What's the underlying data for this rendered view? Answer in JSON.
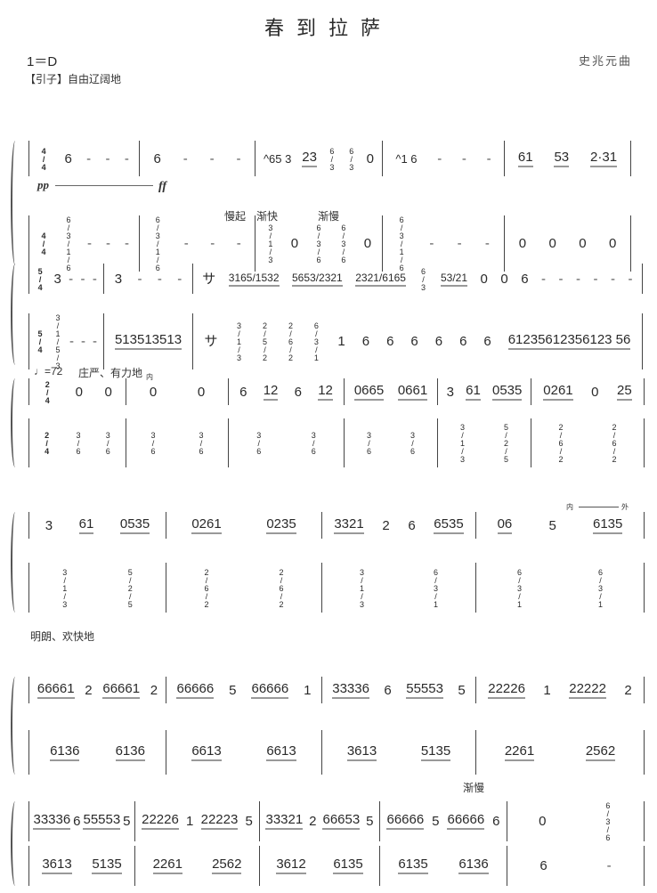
{
  "header": {
    "title": "春到拉萨",
    "key": "1＝D",
    "composer": "史兆元曲"
  },
  "annotations": {
    "intro": "【引子】自由辽阔地",
    "pp": "pp",
    "ff": "ff",
    "slow_start": "慢起",
    "accel": "渐快",
    "rit1": "渐慢",
    "tempo": "♩=72",
    "solemn": "庄严、有力地",
    "nei1": "内",
    "nei2": "内",
    "wai": "外",
    "bright": "明朗、欢快地",
    "rit2": "渐慢"
  },
  "systems": [
    {
      "time": "4/4",
      "upper": [
        [
          "6",
          "-",
          "-",
          "-"
        ],
        [
          "6",
          "-",
          "-",
          "-"
        ],
        [
          "^65 3",
          "23",
          "6/3",
          "6/3",
          "0"
        ],
        [
          "^1 6",
          "-",
          "-",
          "-"
        ],
        [
          "61",
          "53",
          "2·31"
        ]
      ],
      "lower": [
        [
          "6/3/1/6",
          "-",
          "-",
          "-"
        ],
        [
          "6/3/1/6",
          "-",
          "-",
          "-"
        ],
        [
          "3/1/3",
          "0",
          "6/3/6",
          "6/3/6",
          "0"
        ],
        [
          "6/3/1/6",
          "-",
          "-",
          "-"
        ],
        [
          "0",
          "0",
          "0",
          "0"
        ]
      ]
    },
    {
      "time": "5/4",
      "upper": [
        [
          "3",
          "-",
          "-",
          "-"
        ],
        [
          "3",
          "-",
          "-",
          "-"
        ],
        [
          "サ",
          "3165/1532",
          "5653/2321",
          "2321/6165",
          "6/3",
          "53/21",
          "0",
          "0",
          "6",
          "-",
          "-",
          "-",
          "-",
          "-",
          "-"
        ]
      ],
      "lower": [
        [
          "3/1/5/3",
          "-",
          "-",
          "-"
        ],
        [
          "513513513"
        ],
        [
          "サ",
          "3/1/3",
          "2/5/2",
          "2/6/2",
          "6/3/1",
          "1",
          "6",
          "6",
          "6",
          "6",
          "6",
          "6",
          "61235612356123 56"
        ]
      ]
    },
    {
      "time": "2/4",
      "upper": [
        [
          "0",
          "0"
        ],
        [
          "0",
          "0"
        ],
        [
          "6",
          "12",
          "6",
          "12"
        ],
        [
          "0665",
          "0661"
        ],
        [
          "3",
          "61",
          "0535"
        ],
        [
          "0261",
          "0",
          "25"
        ]
      ],
      "lower": [
        [
          "3/6",
          "3/6"
        ],
        [
          "3/6",
          "3/6"
        ],
        [
          "3/6",
          "3/6"
        ],
        [
          "3/6",
          "3/6"
        ],
        [
          "3/1/3",
          "5/2/5"
        ],
        [
          "2/6/2",
          "2/6/2"
        ]
      ]
    },
    {
      "time": "",
      "upper": [
        [
          "3",
          "61",
          "0535"
        ],
        [
          "0261",
          "0235"
        ],
        [
          "3321",
          "2",
          "6",
          "6535"
        ],
        [
          "06",
          "5",
          "6135"
        ]
      ],
      "lower": [
        [
          "3/1/3",
          "5/2/5"
        ],
        [
          "2/6/2",
          "2/6/2"
        ],
        [
          "3/1/3",
          "6/3/1"
        ],
        [
          "6/3/1",
          "6/3/1"
        ]
      ]
    },
    {
      "time": "",
      "upper": [
        [
          "66661",
          "2",
          "66661",
          "2"
        ],
        [
          "66666",
          "5",
          "66666",
          "1"
        ],
        [
          "33336",
          "6",
          "55553",
          "5"
        ],
        [
          "22226",
          "1",
          "22222",
          "2"
        ]
      ],
      "lower": [
        [
          "6136",
          "6136"
        ],
        [
          "6613",
          "6613"
        ],
        [
          "3613",
          "5135"
        ],
        [
          "2261",
          "2562"
        ]
      ]
    },
    {
      "time": "",
      "upper": [
        [
          "33336",
          "6",
          "55553",
          "5"
        ],
        [
          "22226",
          "1",
          "22223",
          "5"
        ],
        [
          "33321",
          "2",
          "66653",
          "5"
        ],
        [
          "66666",
          "5",
          "66666",
          "6"
        ],
        [
          "0",
          "6/3/6"
        ]
      ],
      "lower": [
        [
          "3613",
          "5135"
        ],
        [
          "2261",
          "2562"
        ],
        [
          "3612",
          "6135"
        ],
        [
          "6135",
          "6136"
        ],
        [
          "6",
          "-"
        ]
      ]
    }
  ]
}
